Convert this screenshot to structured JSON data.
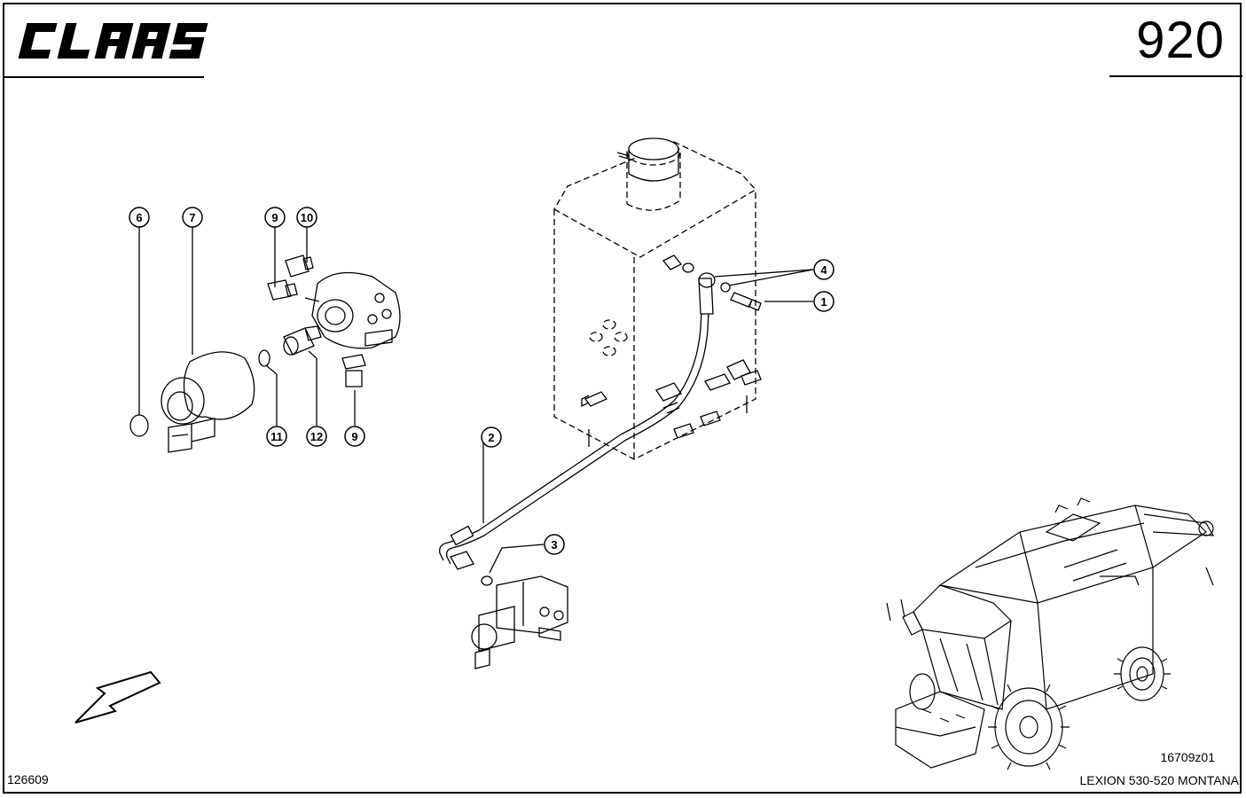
{
  "header": {
    "brand_logo_text": "CLAAS",
    "page_number": "920"
  },
  "callouts": [
    {
      "id": "1",
      "label": "1"
    },
    {
      "id": "2",
      "label": "2"
    },
    {
      "id": "3",
      "label": "3"
    },
    {
      "id": "4",
      "label": "4"
    },
    {
      "id": "6",
      "label": "6"
    },
    {
      "id": "7",
      "label": "7"
    },
    {
      "id": "9a",
      "label": "9"
    },
    {
      "id": "10",
      "label": "10"
    },
    {
      "id": "11",
      "label": "11"
    },
    {
      "id": "12",
      "label": "12"
    },
    {
      "id": "9b",
      "label": "9"
    }
  ],
  "footer": {
    "figure_number": "126609",
    "drawing_code": "16709z01",
    "model": "LEXION 530-520 MONTANA"
  },
  "icons": [
    "claas-logo",
    "direction-arrow-icon",
    "combine-harvester-illustration"
  ]
}
